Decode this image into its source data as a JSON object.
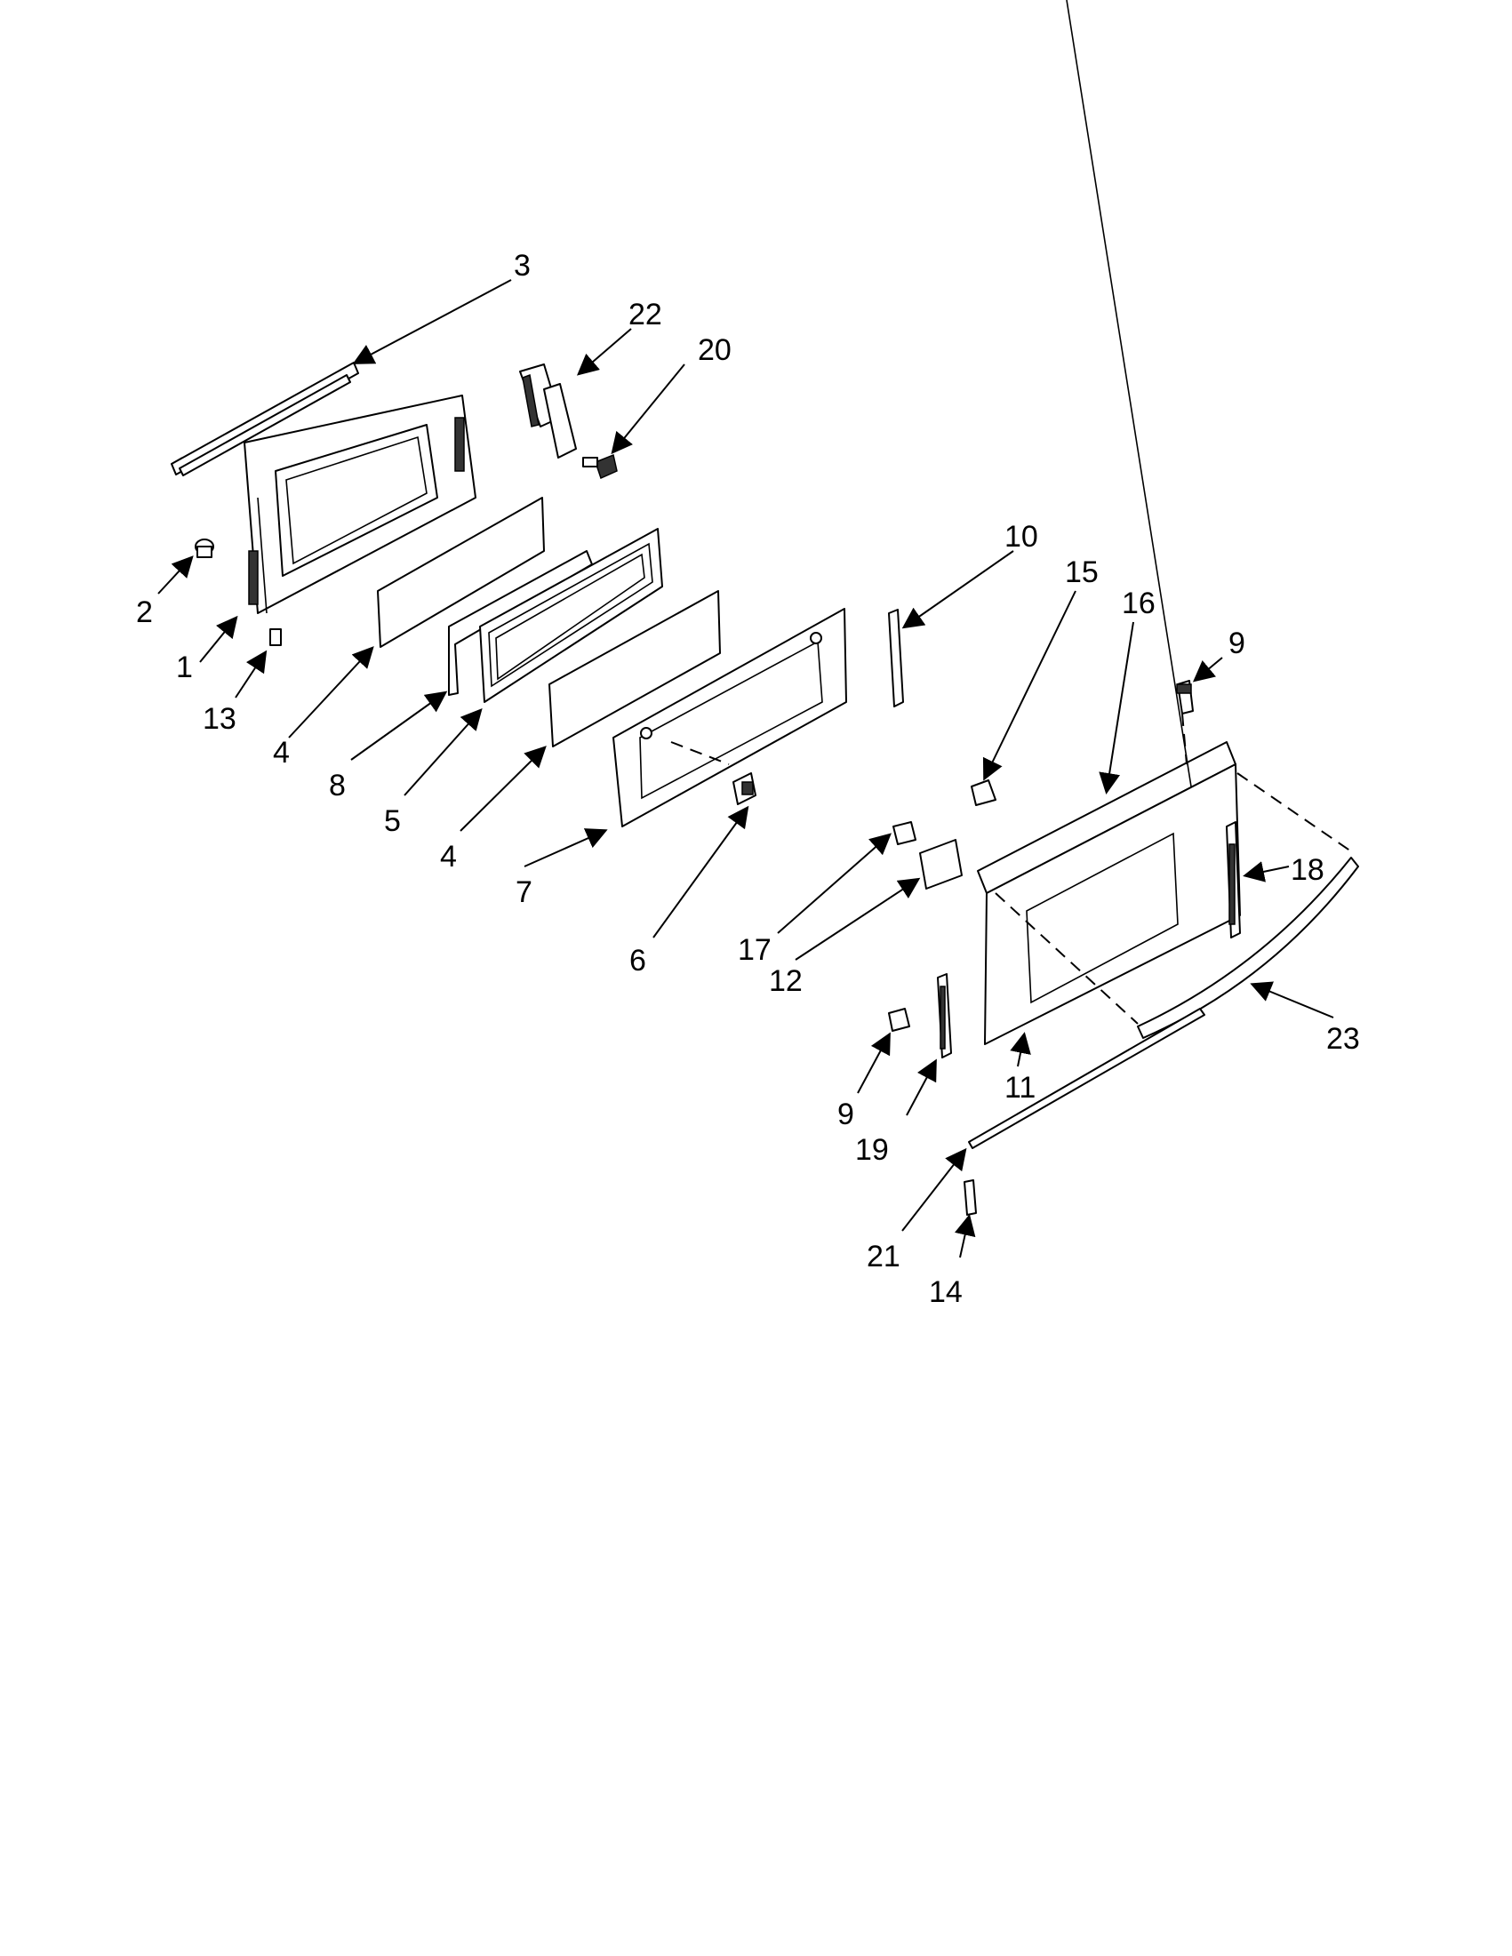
{
  "diagram": {
    "callouts": [
      {
        "id": "c3",
        "label": "3"
      },
      {
        "id": "c22",
        "label": "22"
      },
      {
        "id": "c20",
        "label": "20"
      },
      {
        "id": "c2",
        "label": "2"
      },
      {
        "id": "c1",
        "label": "1"
      },
      {
        "id": "c13",
        "label": "13"
      },
      {
        "id": "c4a",
        "label": "4"
      },
      {
        "id": "c8",
        "label": "8"
      },
      {
        "id": "c5",
        "label": "5"
      },
      {
        "id": "c4b",
        "label": "4"
      },
      {
        "id": "c7",
        "label": "7"
      },
      {
        "id": "c6",
        "label": "6"
      },
      {
        "id": "c10",
        "label": "10"
      },
      {
        "id": "c15",
        "label": "15"
      },
      {
        "id": "c16",
        "label": "16"
      },
      {
        "id": "c9a",
        "label": "9"
      },
      {
        "id": "c18",
        "label": "18"
      },
      {
        "id": "c17",
        "label": "17"
      },
      {
        "id": "c12",
        "label": "12"
      },
      {
        "id": "c23",
        "label": "23"
      },
      {
        "id": "c11",
        "label": "11"
      },
      {
        "id": "c9b",
        "label": "9"
      },
      {
        "id": "c19",
        "label": "19"
      },
      {
        "id": "c21",
        "label": "21"
      },
      {
        "id": "c14",
        "label": "14"
      }
    ]
  }
}
